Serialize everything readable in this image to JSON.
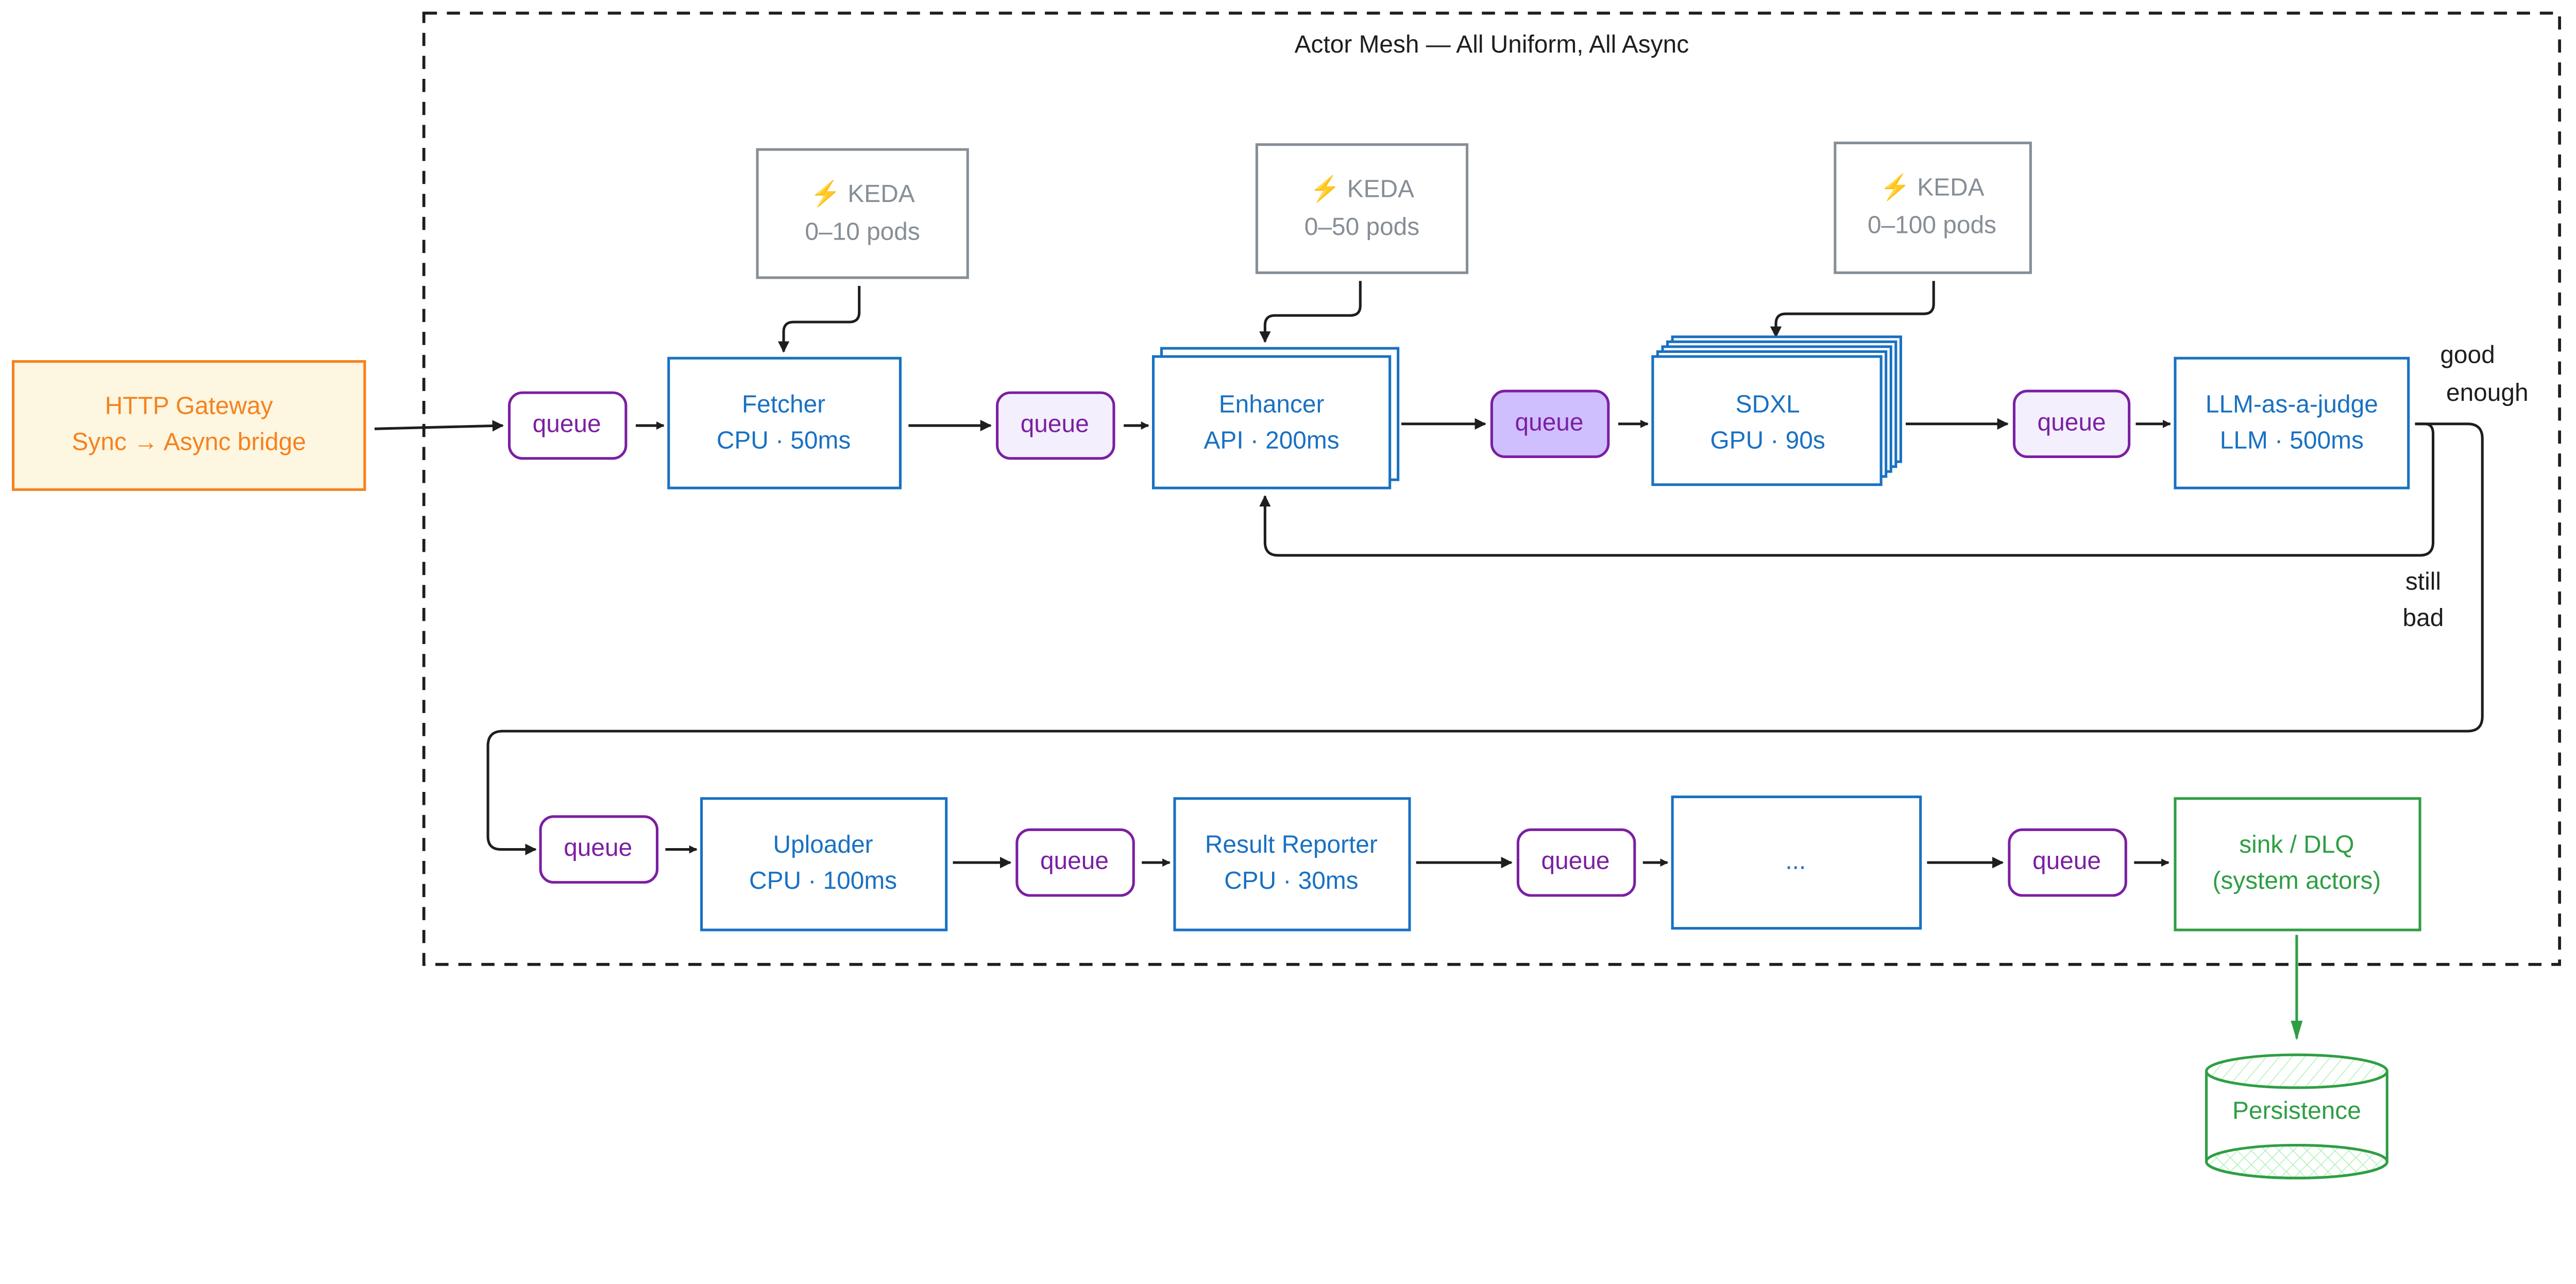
{
  "title": "Actor Mesh — All Uniform, All Async",
  "gateway": {
    "line1": "HTTP Gateway",
    "line2": "Sync → Async bridge"
  },
  "queue_label": "queue",
  "keda": [
    {
      "icon": "lightning-icon",
      "name": "⚡ KEDA",
      "range": "0–10 pods"
    },
    {
      "icon": "lightning-icon",
      "name": "⚡ KEDA",
      "range": "0–50 pods"
    },
    {
      "icon": "lightning-icon",
      "name": "⚡ KEDA",
      "range": "0–100 pods"
    }
  ],
  "actors": {
    "fetcher": {
      "name": "Fetcher",
      "detail": "CPU · 50ms"
    },
    "enhancer": {
      "name": "Enhancer",
      "detail": "API · 200ms"
    },
    "sdxl": {
      "name": "SDXL",
      "detail": "GPU · 90s"
    },
    "judge": {
      "name": "LLM-as-a-judge",
      "detail": "LLM · 500ms"
    },
    "uploader": {
      "name": "Uploader",
      "detail": "CPU · 100ms"
    },
    "reporter": {
      "name": "Result Reporter",
      "detail": "CPU · 30ms"
    },
    "more": {
      "name": "..."
    },
    "sink": {
      "name": "sink / DLQ",
      "detail": "(system actors)"
    }
  },
  "edges": {
    "good": {
      "line1": "good",
      "line2": "enough"
    },
    "bad": {
      "line1": "still",
      "line2": "bad"
    }
  },
  "persistence": "Persistence",
  "colors": {
    "actor": "#1971c2",
    "queue": "#7b1fa2",
    "keda": "#868e96",
    "gateway": "#f5821f",
    "gateway_fill": "#fdf6e0",
    "system": "#2f9e44"
  }
}
